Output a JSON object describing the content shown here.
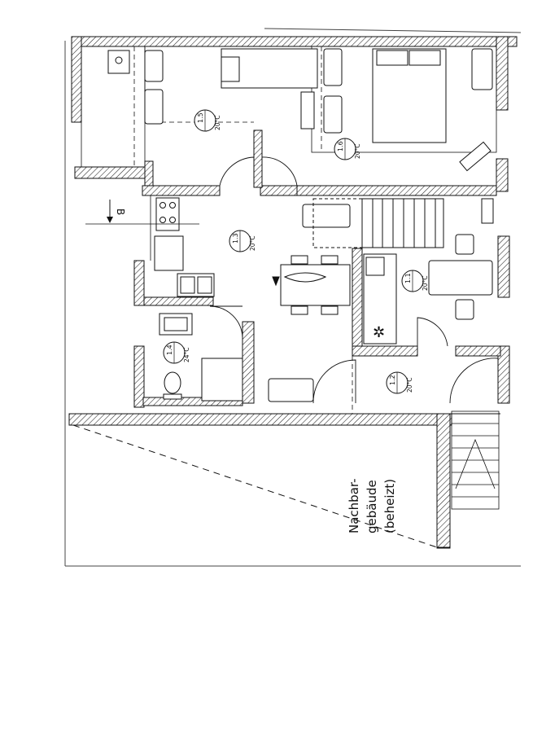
{
  "rooms": [
    {
      "id": "1.5",
      "name": "1.5",
      "temp": "20°C"
    },
    {
      "id": "1.6",
      "name": "1.6",
      "temp": "20°C"
    },
    {
      "id": "1.3",
      "name": "1.3",
      "temp": "20°C"
    },
    {
      "id": "1.1",
      "name": "1.1",
      "temp": "20°C"
    },
    {
      "id": "1.4",
      "name": "1.4",
      "temp": "24°C"
    },
    {
      "id": "1.2",
      "name": "1.2",
      "temp": "20°C"
    }
  ],
  "section_marker": "B",
  "neighbor": {
    "line1": "Nachbar-",
    "line2": "gebäude",
    "line3": "(beheizt)"
  },
  "colors": {
    "line": "#111111",
    "hatch": "#222222",
    "paper": "#ffffff"
  }
}
